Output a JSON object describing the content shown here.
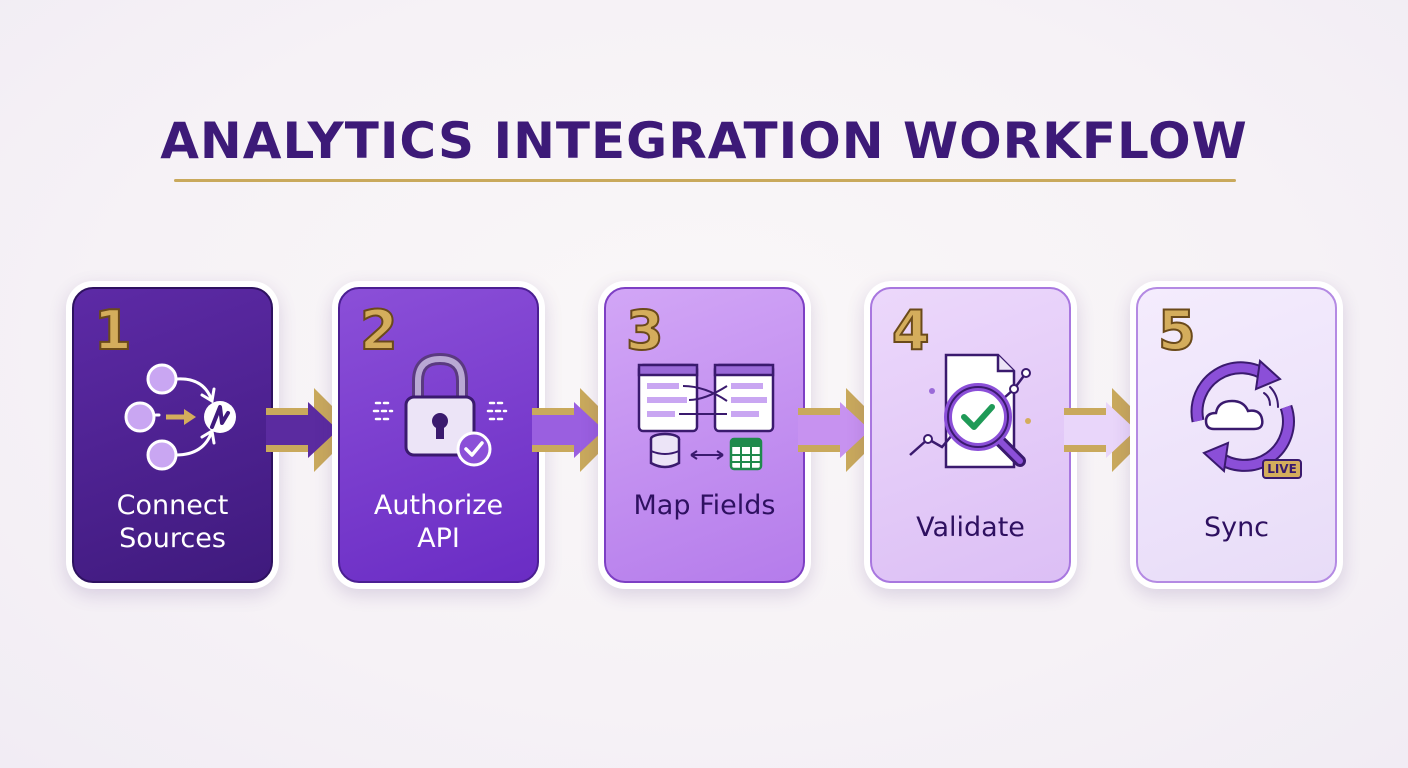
{
  "title": "ANALYTICS INTEGRATION WORKFLOW",
  "steps": [
    {
      "number": "1",
      "label": "Connect Sources",
      "icon": "network-nodes-icon"
    },
    {
      "number": "2",
      "label": "Authorize API",
      "icon": "padlock-check-icon"
    },
    {
      "number": "3",
      "label": "Map Fields",
      "icon": "field-mapping-icon"
    },
    {
      "number": "4",
      "label": "Validate",
      "icon": "magnifier-check-icon"
    },
    {
      "number": "5",
      "label": "Sync",
      "icon": "cloud-sync-icon",
      "badge": "LIVE"
    }
  ],
  "colors": {
    "title": "#3d1a78",
    "gold": "#c9a95c",
    "step1": "#4a1f8c",
    "step2": "#7a3bcf",
    "step3": "#c08df0",
    "step4": "#e3c9f7",
    "step5": "#efe5fb"
  }
}
